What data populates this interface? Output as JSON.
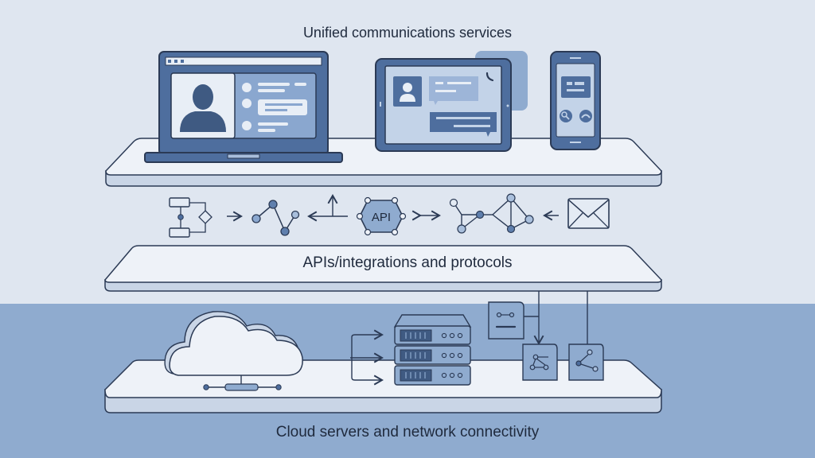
{
  "diagram": {
    "title": "Unified communications services",
    "layers": [
      {
        "id": "top",
        "label": "Unified communications services",
        "devices": [
          "laptop",
          "tablet",
          "smartphone"
        ]
      },
      {
        "id": "middle",
        "label": "APIs/integrations and protocols"
      },
      {
        "id": "bottom",
        "label": "Cloud servers and network connectivity"
      }
    ],
    "api_badge": "API",
    "colors": {
      "background_top": "#dfe6f0",
      "background_bottom": "#8fabcf",
      "platform_fill": "#eef2f8",
      "outline": "#2b3a55",
      "device_dark": "#4e6e9e",
      "device_light": "#a9bfdc",
      "text": "#1f2a3d"
    }
  }
}
